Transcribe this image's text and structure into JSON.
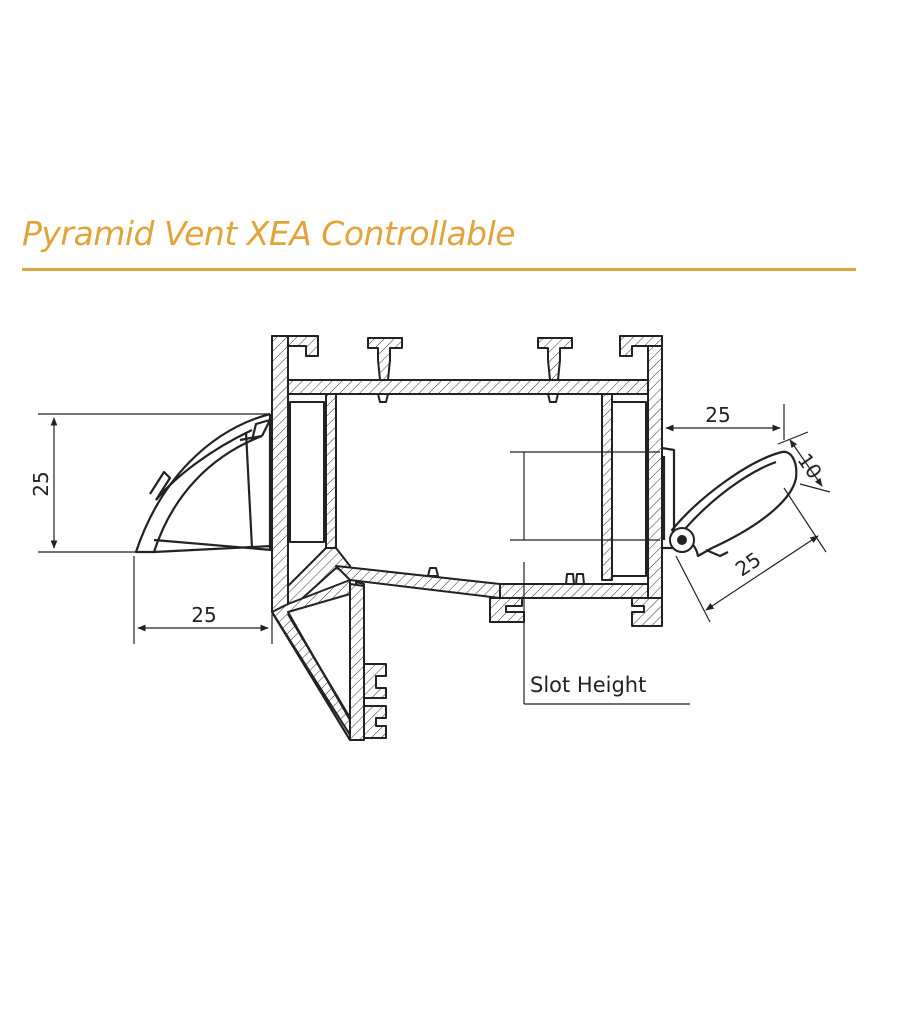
{
  "header": {
    "title": "Pyramid Vent XEA Controllable",
    "accent_color": "#e0a43a"
  },
  "drawing": {
    "dimensions": {
      "left_vertical": "25",
      "left_horizontal": "25",
      "right_top": "25",
      "right_diagonal_short": "10",
      "right_diagonal_long": "25"
    },
    "slot_label": "Slot Height"
  }
}
